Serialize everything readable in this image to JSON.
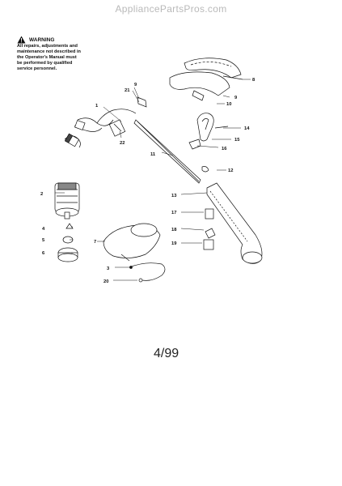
{
  "watermark": "AppliancePartsPros.com",
  "warning": {
    "title": "WARNING",
    "text": "All repairs, adjustments and\nmaintenance not described in\nthe Operator's Manual must\nbe performed by qualified\nservice personnel."
  },
  "callouts": [
    "1",
    "2",
    "3",
    "4",
    "5",
    "6",
    "7",
    "8",
    "9",
    "9",
    "10",
    "11",
    "12",
    "13",
    "14",
    "15",
    "16",
    "17",
    "18",
    "19",
    "20",
    "21",
    "22"
  ],
  "footer": "4/99"
}
